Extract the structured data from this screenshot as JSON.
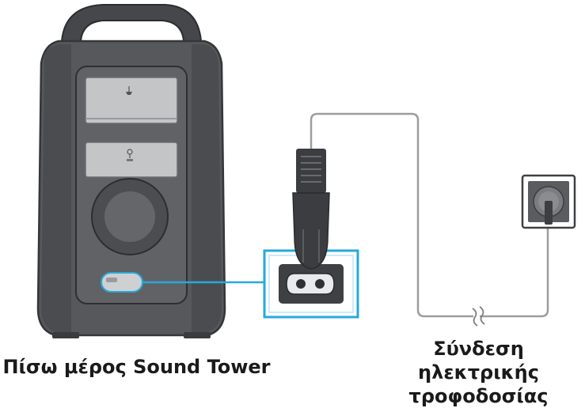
{
  "captions": {
    "speaker_back": "Πίσω μέρος Sound Tower",
    "power_connection_line1": "Σύνδεση ηλεκτρικής",
    "power_connection_line2": "τροφοδοσίας"
  },
  "colors": {
    "speaker_body": "#56585c",
    "speaker_edge": "#3a3b3e",
    "panel": "#c4c5c7",
    "highlight": "#27a9d8",
    "plug": "#3c3d40",
    "outlet": "#5b5c60"
  },
  "icons": [
    "power-inlet-icon",
    "usb-icon"
  ]
}
